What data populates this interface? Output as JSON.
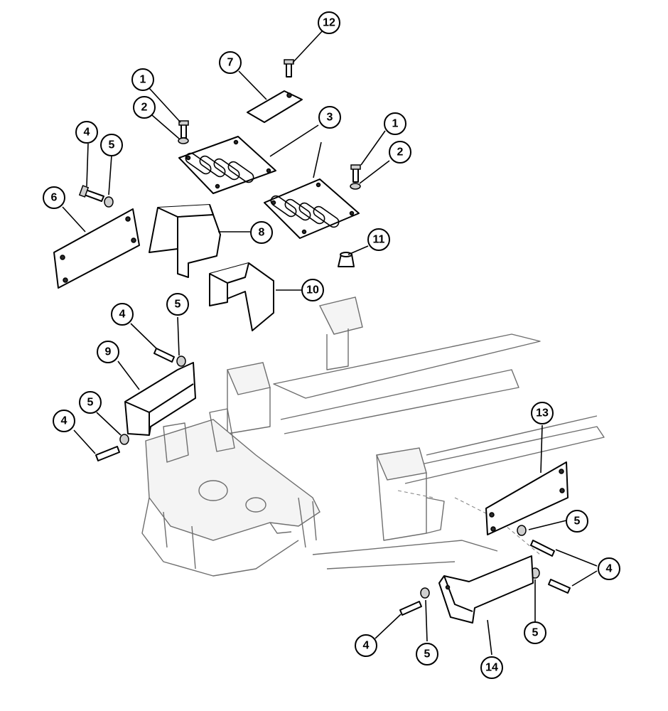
{
  "callouts": {
    "c12": "12",
    "c7": "7",
    "c1a": "1",
    "c2a": "2",
    "c3": "3",
    "c1b": "1",
    "c2b": "2",
    "c4a": "4",
    "c5a": "5",
    "c6": "6",
    "c8": "8",
    "c11": "11",
    "c10": "10",
    "c4b": "4",
    "c5b": "5",
    "c9": "9",
    "c5c": "5",
    "c4c": "4",
    "c13": "13",
    "c5d": "5",
    "c4d": "4",
    "c4e": "4",
    "c5e": "5",
    "c5f": "5",
    "c14": "14"
  }
}
